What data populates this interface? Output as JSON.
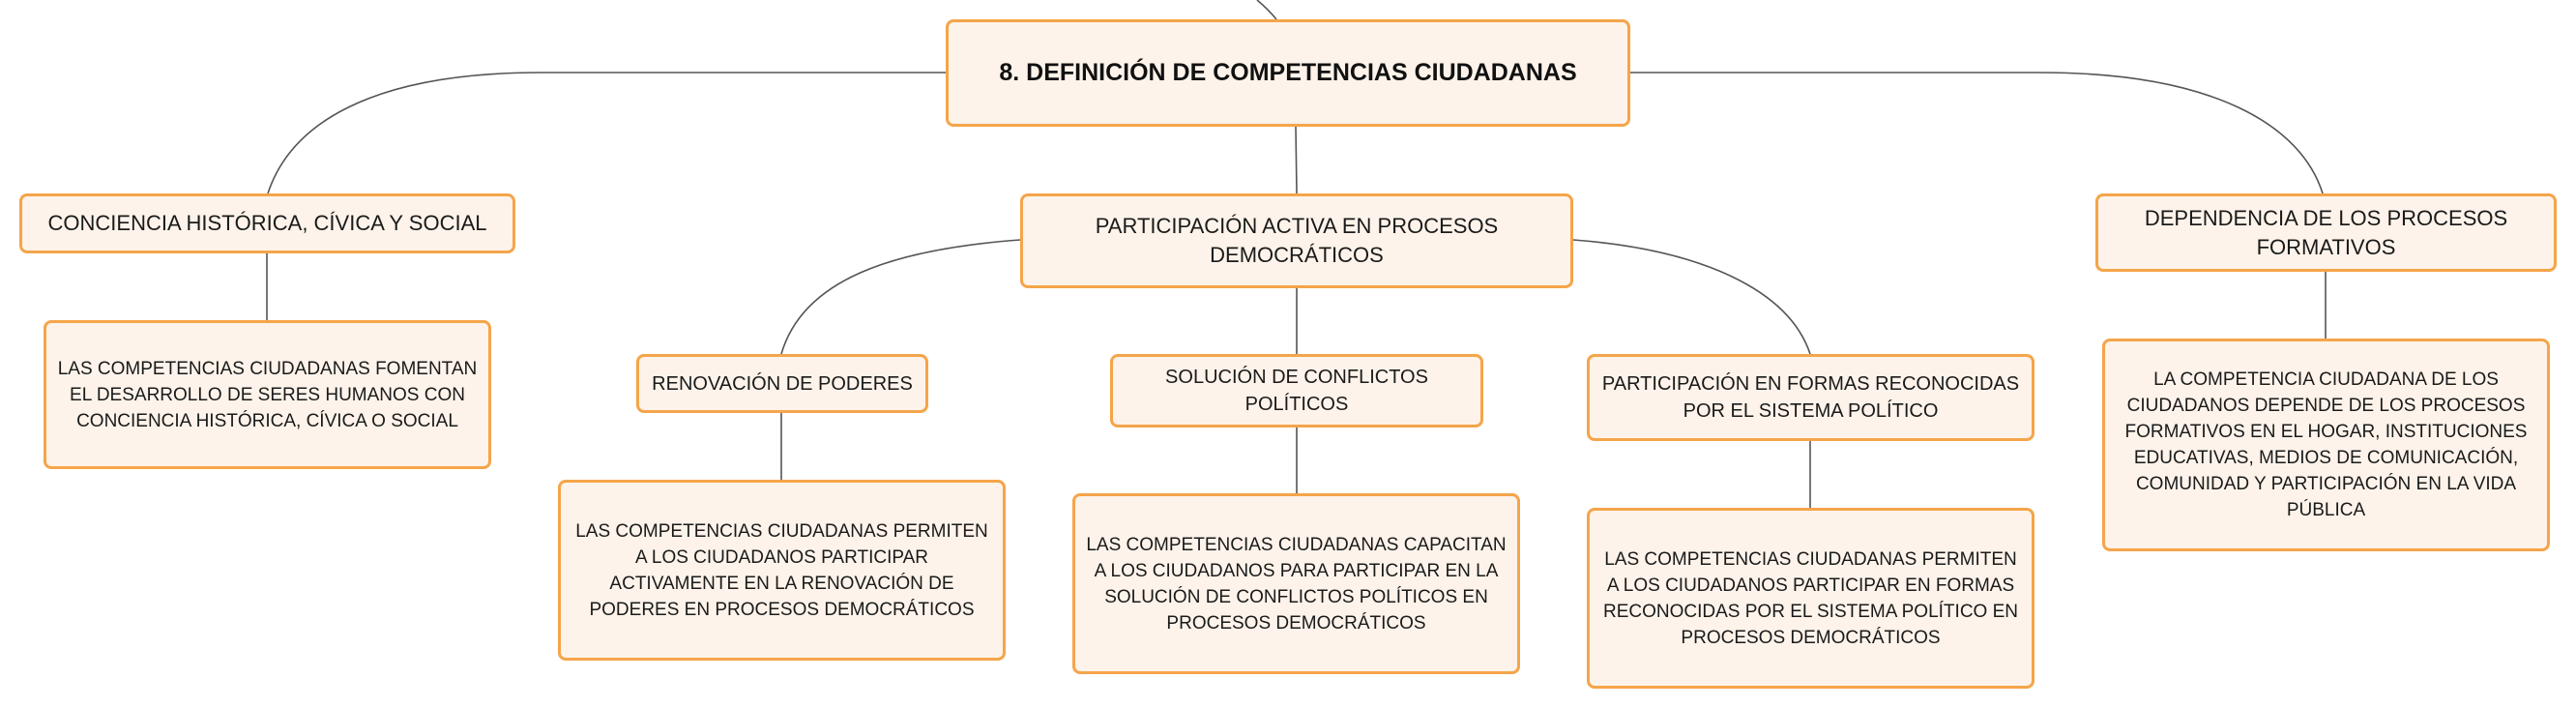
{
  "diagram": {
    "root": {
      "label": "8. DEFINICIÓN DE COMPETENCIAS CIUDADANAS"
    },
    "branches": [
      {
        "label": "CONCIENCIA HISTÓRICA, CÍVICA Y SOCIAL",
        "detail": "LAS COMPETENCIAS CIUDADANAS FOMENTAN EL DESARROLLO DE SERES HUMANOS CON CONCIENCIA HISTÓRICA, CÍVICA O SOCIAL"
      },
      {
        "label": "PARTICIPACIÓN ACTIVA EN PROCESOS DEMOCRÁTICOS",
        "children": [
          {
            "label": "RENOVACIÓN DE PODERES",
            "detail": "LAS COMPETENCIAS CIUDADANAS PERMITEN A LOS CIUDADANOS PARTICIPAR ACTIVAMENTE EN LA RENOVACIÓN DE PODERES EN PROCESOS DEMOCRÁTICOS"
          },
          {
            "label": "SOLUCIÓN DE CONFLICTOS POLÍTICOS",
            "detail": "LAS COMPETENCIAS CIUDADANAS CAPACITAN A LOS CIUDADANOS PARA PARTICIPAR EN LA SOLUCIÓN DE CONFLICTOS POLÍTICOS EN PROCESOS DEMOCRÁTICOS"
          },
          {
            "label": "PARTICIPACIÓN EN FORMAS RECONOCIDAS POR EL SISTEMA POLÍTICO",
            "detail": "LAS COMPETENCIAS CIUDADANAS PERMITEN A LOS CIUDADANOS PARTICIPAR EN FORMAS RECONOCIDAS POR EL SISTEMA POLÍTICO EN PROCESOS DEMOCRÁTICOS"
          }
        ]
      },
      {
        "label": "DEPENDENCIA DE LOS PROCESOS FORMATIVOS",
        "detail": "LA COMPETENCIA CIUDADANA DE LOS CIUDADANOS DEPENDE DE LOS PROCESOS FORMATIVOS EN EL HOGAR, INSTITUCIONES EDUCATIVAS, MEDIOS DE COMUNICACIÓN, COMUNIDAD Y PARTICIPACIÓN EN LA VIDA PÚBLICA"
      }
    ]
  }
}
